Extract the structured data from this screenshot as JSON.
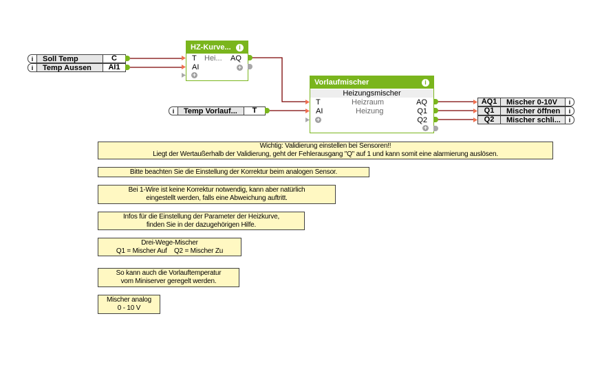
{
  "inputs": [
    {
      "name": "Soll Temp",
      "connector": "C"
    },
    {
      "name": "Temp Aussen",
      "connector": "AI1"
    },
    {
      "name": "Temp Vorlauf...",
      "connector": "T"
    }
  ],
  "blocks": {
    "hz_kurve": {
      "title": "HZ-Kurve...",
      "inputs": [
        "T",
        "AI"
      ],
      "description": "Hei...",
      "outputs": [
        "AQ"
      ]
    },
    "vorlaufmischer": {
      "title": "Vorlaufmischer",
      "type": "Heizungsmischer",
      "inputs": [
        "T",
        "AI"
      ],
      "params": [
        "Heizraum",
        "Heizung"
      ],
      "outputs": [
        "AQ",
        "Q1",
        "Q2"
      ]
    }
  },
  "outputs": [
    {
      "connector": "AQ1",
      "name": "Mischer 0-10V"
    },
    {
      "connector": "Q1",
      "name": "Mischer öffnen"
    },
    {
      "connector": "Q2",
      "name": "Mischer schli..."
    }
  ],
  "info_glyph": "i",
  "plus_glyph": "+",
  "notes": [
    [
      "Wichtig: Validierung einstellen bei Sensoren!!",
      "Liegt der Wertaußerhalb der Validierung, geht der Fehlerausgang \"Q\" auf 1 und kann somit eine alarmierung auslösen."
    ],
    [
      "Bitte beachten Sie die Einstellung der Korrektur beim analogen Sensor."
    ],
    [
      "Bei 1-Wire ist keine Korrektur notwendig, kann aber natürlich",
      "eingestellt werden, falls eine Abweichung auftritt."
    ],
    [
      "Infos für die Einstellung der Parameter der Heizkurve,",
      "finden Sie in der dazugehörigen Hilfe."
    ],
    [
      "Drei-Wege-Mischer",
      "Q1 = Mischer Auf    Q2 = Mischer Zu"
    ],
    [
      "So kann auch die Vorlauftemperatur",
      "vom Miniserver geregelt werden."
    ],
    [
      "Mischer analog",
      "0 - 10 V"
    ]
  ],
  "colors": {
    "block": "#7ab51d",
    "wire": "#7a0000",
    "note": "#fff8c2",
    "input_pin": "#f07050"
  }
}
